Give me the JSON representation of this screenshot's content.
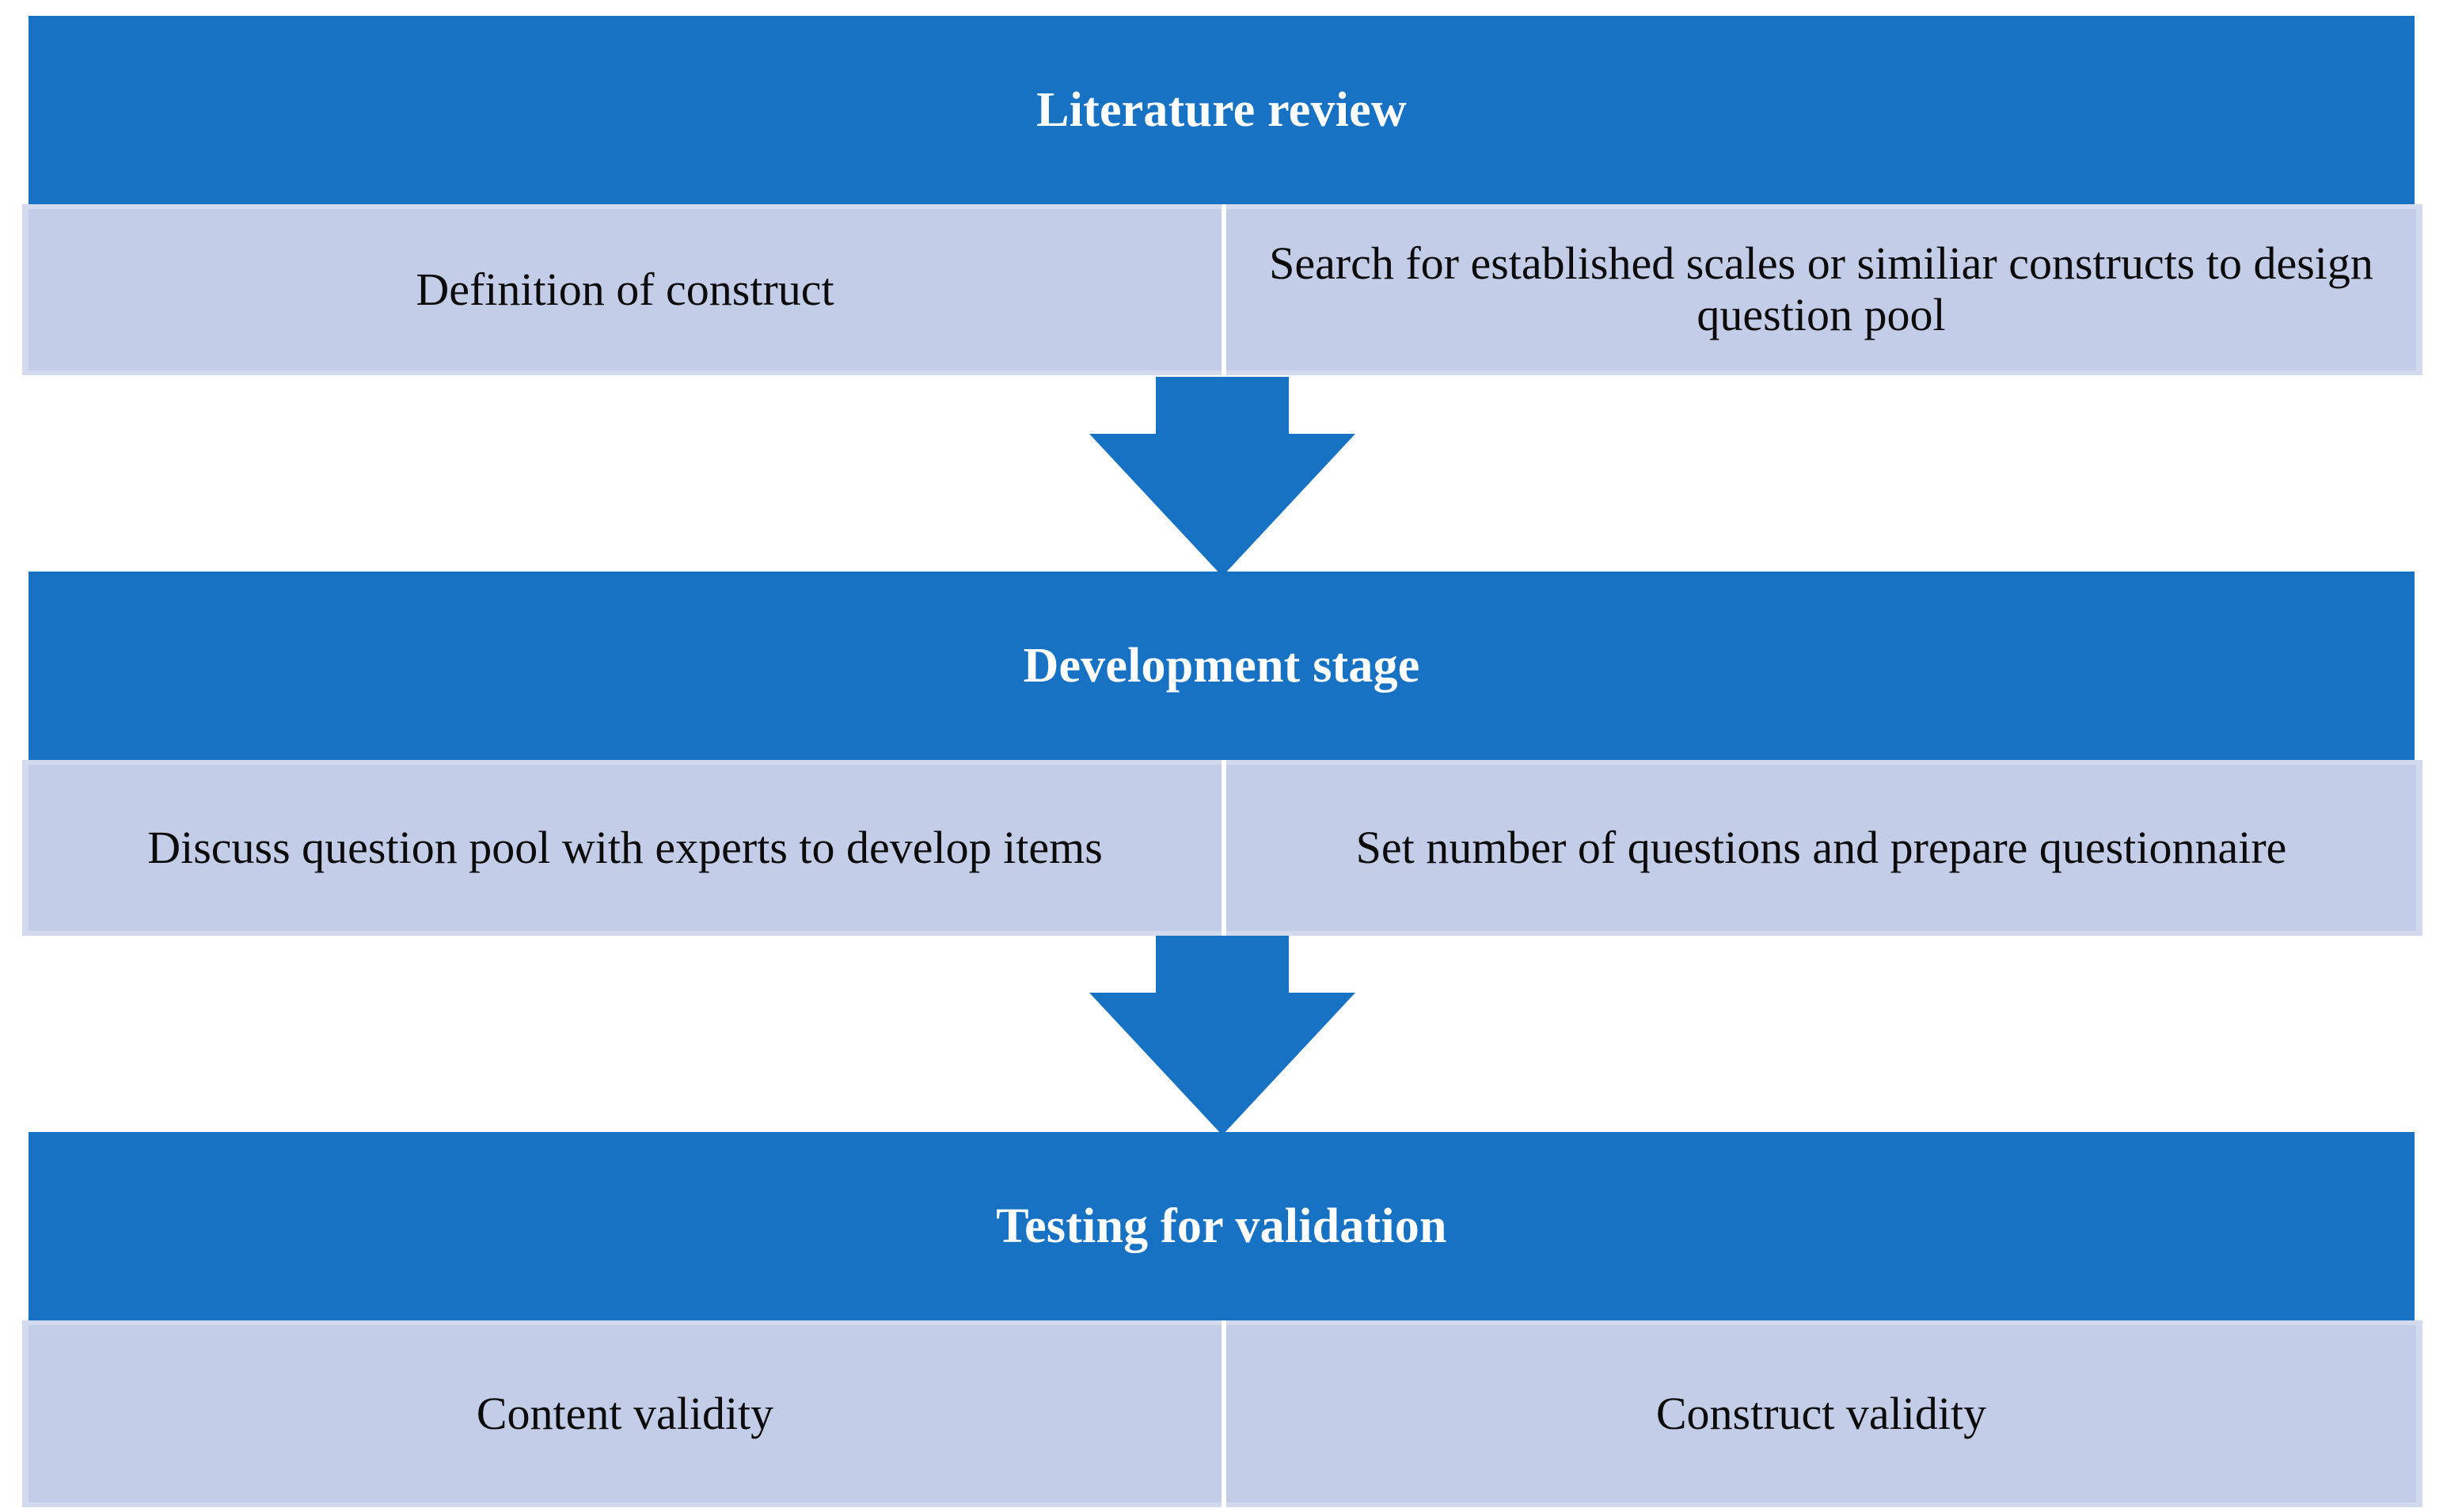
{
  "diagram": {
    "colors": {
      "header_blue": "#1872C4",
      "cell_light_blue": "#C3CDE8",
      "cell_edge": "#D3DAEE",
      "header_text": "#FFFFFF",
      "cell_text": "#0B0B0B",
      "background": "#FFFFFF"
    },
    "stages": [
      {
        "title": "Literature review",
        "cells": [
          "Definition of construct",
          "Search for established scales or similiar constructs to design question pool"
        ]
      },
      {
        "title": "Development stage",
        "cells": [
          "Discuss question pool with experts to develop items",
          "Set number of questions and prepare questionnaire"
        ]
      },
      {
        "title": "Testing for validation",
        "cells": [
          "Content validity",
          "Construct validity"
        ]
      }
    ],
    "connectors": [
      {
        "icon": "down-arrow-icon",
        "from": "Literature review",
        "to": "Development stage"
      },
      {
        "icon": "down-arrow-icon",
        "from": "Development stage",
        "to": "Testing for validation"
      }
    ]
  }
}
